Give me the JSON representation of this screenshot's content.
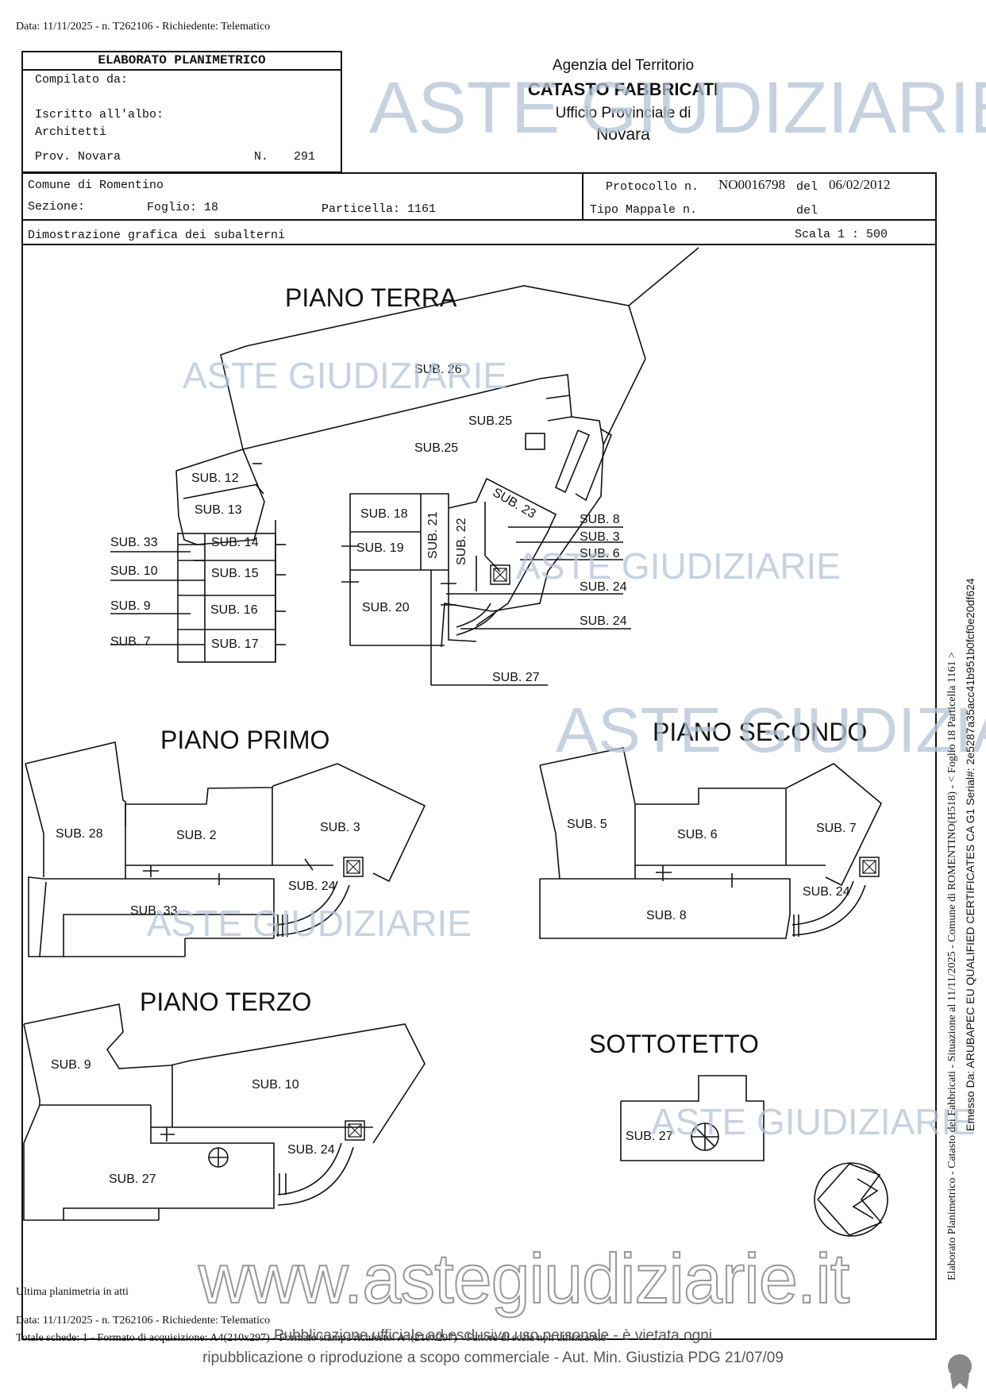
{
  "top_header": "Data: 11/11/2025 - n. T262106 - Richiedente: Telematico",
  "left_box": {
    "title": "ELABORATO PLANIMETRICO",
    "compilato": "Compilato da:",
    "iscritto": "Iscritto all'albo:",
    "albo": "Architetti",
    "prov": "Prov. Novara",
    "n_label": "N.",
    "n_value": "291"
  },
  "agency": {
    "line1": "Agenzia del Territorio",
    "line2": "CATASTO FABBRICATI",
    "line3": "Ufficio Provinciale di",
    "line4": "Novara"
  },
  "info": {
    "comune": "Comune di Romentino",
    "sezione": "Sezione:",
    "foglio": "Foglio: 18",
    "particella": "Particella: 1161",
    "protocollo_label": "Protocollo n.",
    "protocollo_value": "NO0016798",
    "del1": "del",
    "date": "06/02/2012",
    "tipo": "Tipo Mappale n.",
    "del2": "del",
    "dimostrazione": "Dimostrazione grafica dei subalterni",
    "scala": "Scala 1 : 500"
  },
  "floors": {
    "terra": "PIANO TERRA",
    "primo": "PIANO PRIMO",
    "secondo": "PIANO SECONDO",
    "terzo": "PIANO TERZO",
    "sottotetto": "SOTTOTETTO"
  },
  "subs_terra": {
    "s26": "SUB. 26",
    "s25a": "SUB.25",
    "s25b": "SUB.25",
    "s12": "SUB. 12",
    "s13": "SUB. 13",
    "s33": "SUB. 33",
    "s14": "SUB. 14",
    "s10": "SUB. 10",
    "s15": "SUB. 15",
    "s9": "SUB. 9",
    "s16": "SUB. 16",
    "s7": "SUB. 7",
    "s17": "SUB. 17",
    "s18": "SUB. 18",
    "s19": "SUB. 19",
    "s20": "SUB. 20",
    "s21": "SUB. 21",
    "s22": "SUB. 22",
    "s23": "SUB. 23",
    "s8": "SUB. 8",
    "s3": "SUB. 3",
    "s6": "SUB. 6",
    "s24a": "SUB. 24",
    "s24b": "SUB. 24",
    "s27": "SUB. 27"
  },
  "subs_primo": {
    "s28": "SUB. 28",
    "s2": "SUB. 2",
    "s3": "SUB. 3",
    "s24": "SUB. 24",
    "s33": "SUB. 33"
  },
  "subs_secondo": {
    "s5": "SUB. 5",
    "s6": "SUB. 6",
    "s7": "SUB. 7",
    "s24": "SUB. 24",
    "s8": "SUB. 8"
  },
  "subs_terzo": {
    "s9": "SUB. 9",
    "s10": "SUB. 10",
    "s24": "SUB. 24",
    "s27": "SUB. 27"
  },
  "subs_sottotetto": {
    "s27": "SUB. 27"
  },
  "watermark_logo": "ASTE GIUDIZIARIE",
  "watermark_url": "www.astegiudiziarie.it",
  "ultima": "Ultima planimetria in atti",
  "footer_data": "Data: 11/11/2025 - n. T262106 - Richiedente: Telematico",
  "footer_totale": "Totale schede: 1 - Formato di acquisizione: A4(210x297) - Formato stampa richiesto: A4(210x297) - Fattore di scala non utilizzabile",
  "footer_pub1": "Pubblicazione ufficiale ad esclusivo uso personale - è vietata ogni",
  "footer_pub2": "ripubblicazione o riproduzione a scopo commerciale - Aut. Min. Giustizia PDG 21/07/09",
  "side_line1": "Elaborato Planimetrico - Catasto dei Fabbricati - Situazione al 11/11/2025 - Comune di ROMENTINO(H518) - < Foglio 18 Particella 1161 >",
  "side_line2": "Emesso Da: ARUBAPEC EU QUALIFIED CERTIFICATES CA G1 Serial#: 2e5287a35acc41b951b0fcf0e20df624",
  "colors": {
    "ink": "#111111",
    "watermark": "#9fb3cc",
    "gavel": "#d9c6a2"
  }
}
